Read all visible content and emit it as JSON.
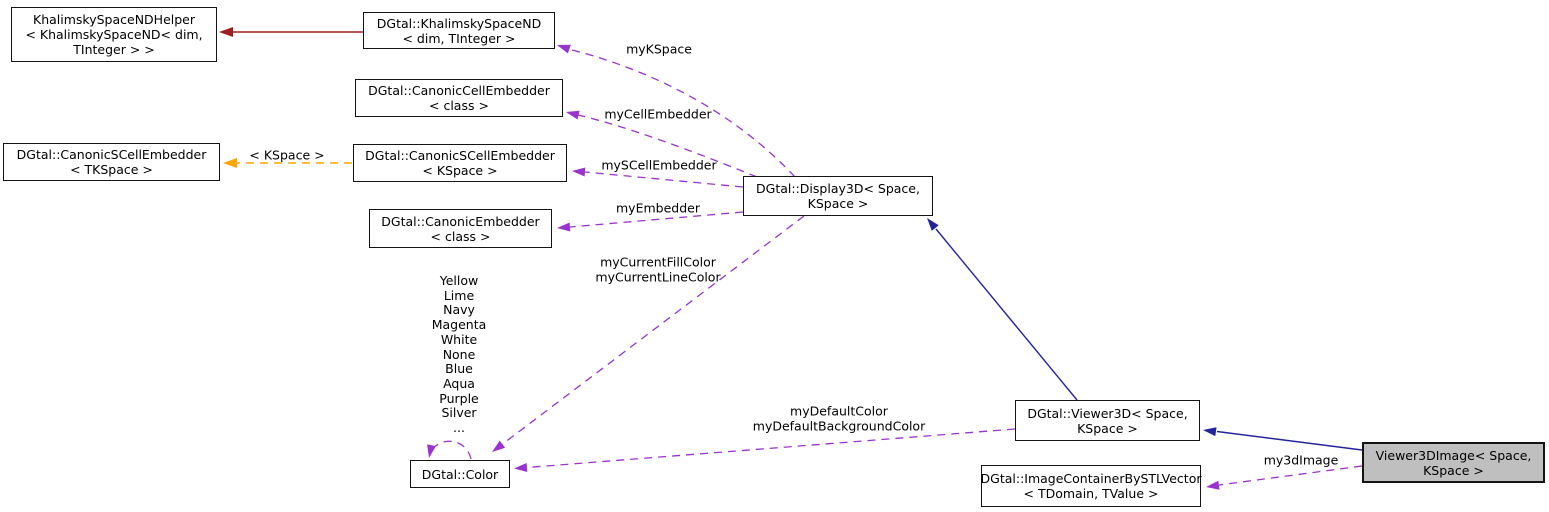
{
  "palette": {
    "usage_arrow": "#9a32cd",
    "inheritance_arrow": "#24249a",
    "generalization_arrow": "#9e1f1f",
    "template_arrow": "#ffa500",
    "node_background": "#ffffff",
    "node_border": "#141414",
    "highlight_background": "#bfbfbf"
  },
  "nodes": {
    "khalimsky_helper": {
      "lines": [
        "KhalimskySpaceNDHelper",
        "< KhalimskySpaceND< dim,",
        "TInteger > >"
      ]
    },
    "khalimsky_space": {
      "lines": [
        "DGtal::KhalimskySpaceND",
        "< dim, TInteger >"
      ]
    },
    "canonic_cell_embedder": {
      "lines": [
        "DGtal::CanonicCellEmbedder",
        "< class >"
      ]
    },
    "canonic_scell_embedder_tkspace": {
      "lines": [
        "DGtal::CanonicSCellEmbedder",
        "< TKSpace >"
      ]
    },
    "canonic_scell_embedder_kspace": {
      "lines": [
        "DGtal::CanonicSCellEmbedder",
        "< KSpace >"
      ]
    },
    "canonic_embedder": {
      "lines": [
        "DGtal::CanonicEmbedder",
        "< class >"
      ]
    },
    "display3d": {
      "lines": [
        "DGtal::Display3D< Space,",
        "KSpace >"
      ]
    },
    "color": {
      "lines": [
        "DGtal::Color"
      ]
    },
    "viewer3d": {
      "lines": [
        "DGtal::Viewer3D< Space,",
        "KSpace >"
      ]
    },
    "image_container": {
      "lines": [
        "DGtal::ImageContainerBySTLVector",
        "< TDomain, TValue >"
      ]
    },
    "viewer3dimage": {
      "lines": [
        "Viewer3DImage< Space,",
        "KSpace >"
      ]
    }
  },
  "edge_labels": {
    "my_kspace": "myKSpace",
    "my_cell_embedder": "myCellEmbedder",
    "my_scell_embedder": "mySCellEmbedder",
    "my_embedder": "myEmbedder",
    "my_current_colors": [
      "myCurrentFillColor",
      "myCurrentLineColor"
    ],
    "my_default_colors": [
      "myDefaultColor",
      "myDefaultBackgroundColor"
    ],
    "my_3d_image": "my3dImage",
    "template_arg": "< KSpace >",
    "color_members": [
      "Yellow",
      "Lime",
      "Navy",
      "Magenta",
      "White",
      "None",
      "Blue",
      "Aqua",
      "Purple",
      "Silver",
      "..."
    ]
  }
}
